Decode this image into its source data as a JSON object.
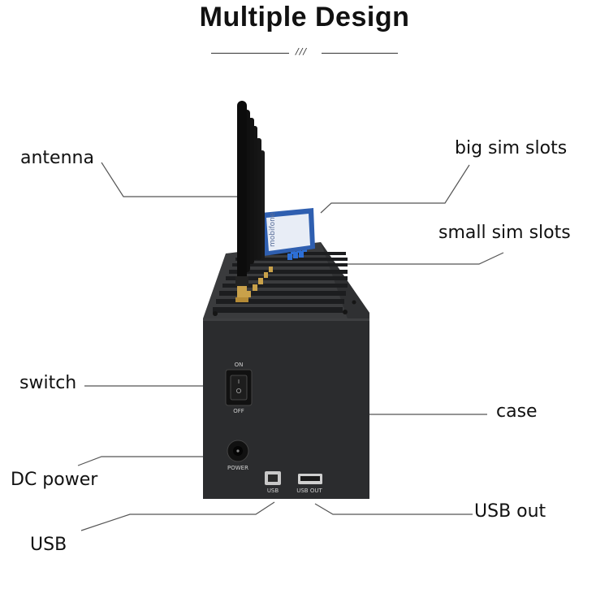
{
  "title": "Multiple Design",
  "divider_mark": "///",
  "labels": {
    "antenna": "antenna",
    "big_sim_slots": "big sim slots",
    "small_sim_slots": "small sim slots",
    "switch": "switch",
    "case": "case",
    "dc_power": "DC power",
    "usb": "USB",
    "usb_out": "USB out"
  },
  "device": {
    "switch_on": "ON",
    "switch_off": "OFF",
    "power_port": "POWER",
    "usb_port": "USB",
    "usb_out_port": "USB OUT",
    "sim_brand": "mobifone"
  },
  "colors": {
    "case": "#2b2c2e",
    "case_top": "#3a3b3d",
    "sim_card": "#2f5fb0",
    "sim_tab": "#2d6fd6",
    "antenna_base": "#c9a14a",
    "leader_line": "#555555"
  }
}
